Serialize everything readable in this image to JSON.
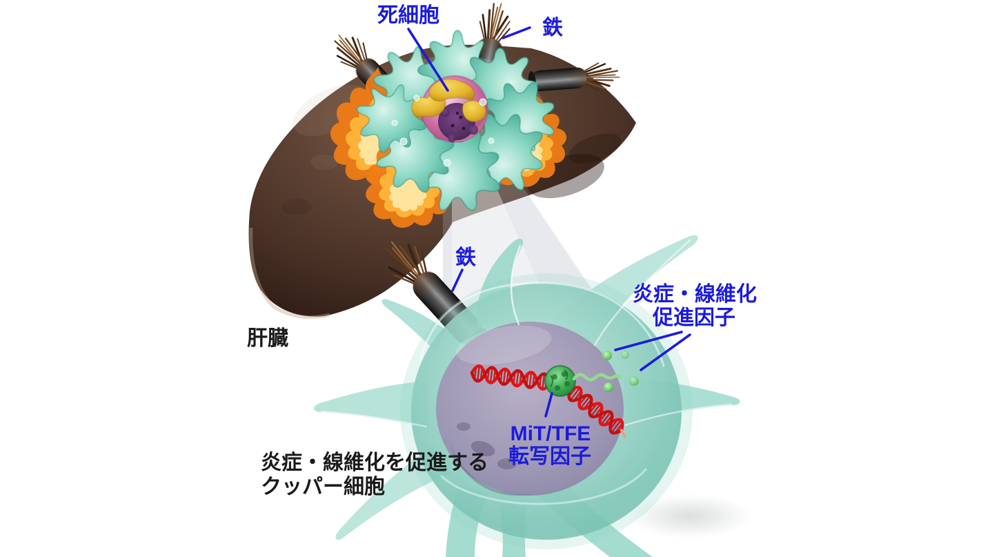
{
  "diagram": {
    "background_color": "#ffffff",
    "annotation_colors": {
      "blue": "#1b1bdd",
      "black": "#1a1a1a"
    },
    "palette": {
      "liver_brown": "#5e4334",
      "iron_rod_gray": "#3d3d3d",
      "iron_fiber_brown": "#6b4423",
      "kupffer_teal": "#7cc4b5",
      "dead_cell_pink": "#d06fa6",
      "dead_cell_core_purple": "#572f63",
      "debris_yellow": "#e3b52e",
      "flame_orange": "#f07d12",
      "nucleus_lavender": "#9c8cb0",
      "dna_red": "#e31414",
      "factor_green": "#3fae54"
    },
    "labels": {
      "dead_cell": "死細胞",
      "iron_top": "鉄",
      "iron_lower": "鉄",
      "liver": "肝臓",
      "promoting_factors_line1": "炎症・線維化",
      "promoting_factors_line2": "促進因子",
      "mit_tfe_line1": "MiT/TFE",
      "mit_tfe_line2": "転写因子",
      "caption_line1": "炎症・線維化を促進する",
      "caption_line2": "クッパー細胞"
    }
  }
}
